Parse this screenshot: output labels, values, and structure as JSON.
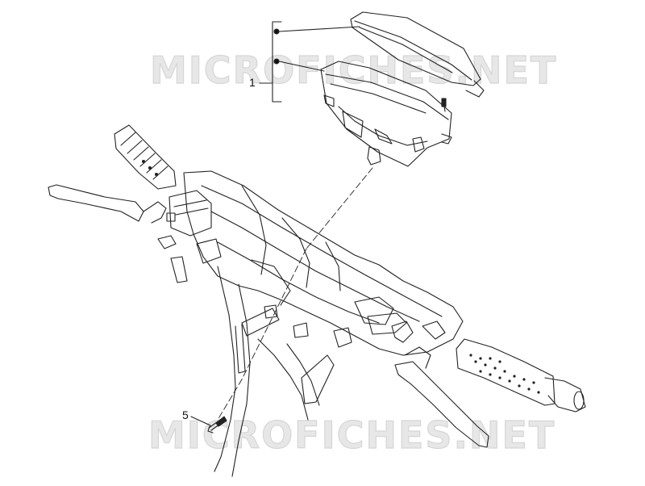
{
  "diagram": {
    "callouts": [
      {
        "id": "1",
        "label": "1"
      },
      {
        "id": "5",
        "label": "5"
      }
    ],
    "watermark": "MICROFICHES.NET",
    "colors": {
      "line": "#222222",
      "light_line": "#555555",
      "watermark": "#e0e0e0"
    }
  }
}
